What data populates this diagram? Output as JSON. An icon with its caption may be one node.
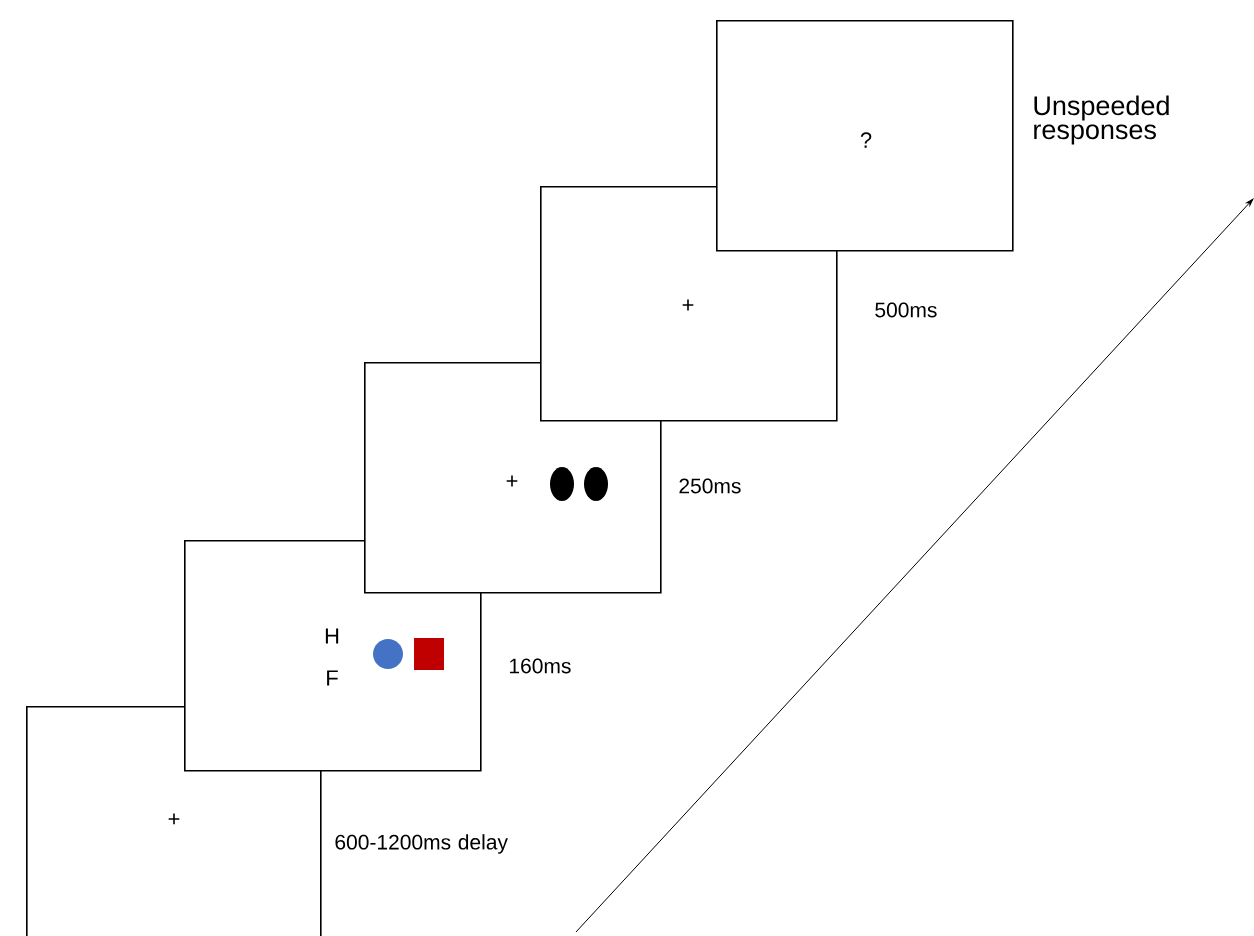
{
  "diagram": {
    "nodes": [
      {
        "text": [
          "+"
        ],
        "beside": [
          "600-1200ms delay"
        ]
      },
      {
        "text": [
          "H",
          "F"
        ],
        "beside": [
          "160ms"
        ]
      },
      {
        "text": [
          "+"
        ],
        "beside": [
          "250ms"
        ]
      },
      {
        "text": [
          "+"
        ],
        "beside": [
          "500ms"
        ]
      },
      {
        "text": [
          "?"
        ],
        "beside": [
          "Unspeeded responses"
        ]
      }
    ]
  }
}
